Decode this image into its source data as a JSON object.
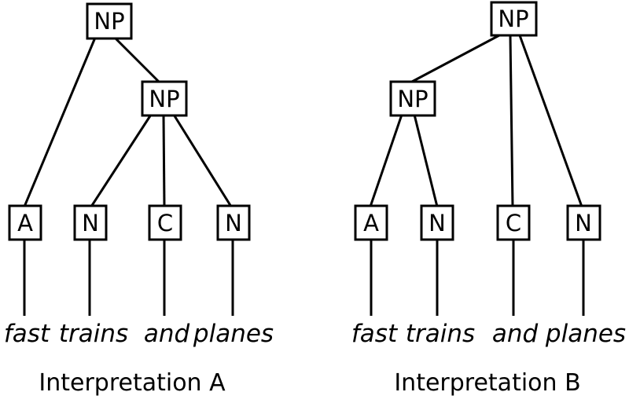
{
  "diagram": {
    "colors": {
      "background": "#ffffff",
      "stroke": "#000000",
      "text": "#000000"
    },
    "trees": [
      {
        "caption": "Interpretation A",
        "nodes": {
          "root": "NP",
          "inner": "NP",
          "leaf_1": "A",
          "leaf_2": "N",
          "leaf_3": "C",
          "leaf_4": "N"
        },
        "words": [
          "fast",
          "trains",
          "and",
          "planes"
        ]
      },
      {
        "caption": "Interpretation B",
        "nodes": {
          "root": "NP",
          "inner": "NP",
          "leaf_1": "A",
          "leaf_2": "N",
          "leaf_3": "C",
          "leaf_4": "N"
        },
        "words": [
          "fast",
          "trains",
          "and",
          "planes"
        ]
      }
    ]
  }
}
